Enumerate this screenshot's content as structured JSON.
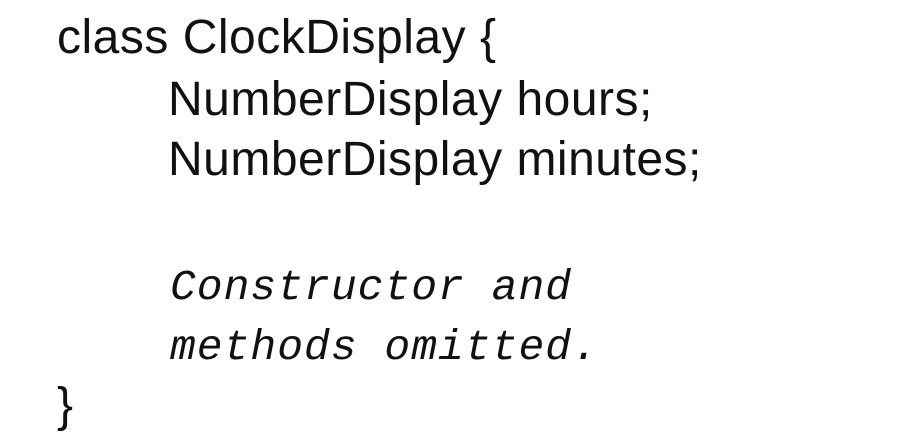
{
  "code": {
    "line1": "class ClockDisplay {",
    "line2": "NumberDisplay hours;",
    "line3": "NumberDisplay minutes;",
    "comment_line1": "Constructor and",
    "comment_line2": "methods omitted.",
    "closing": "}"
  }
}
